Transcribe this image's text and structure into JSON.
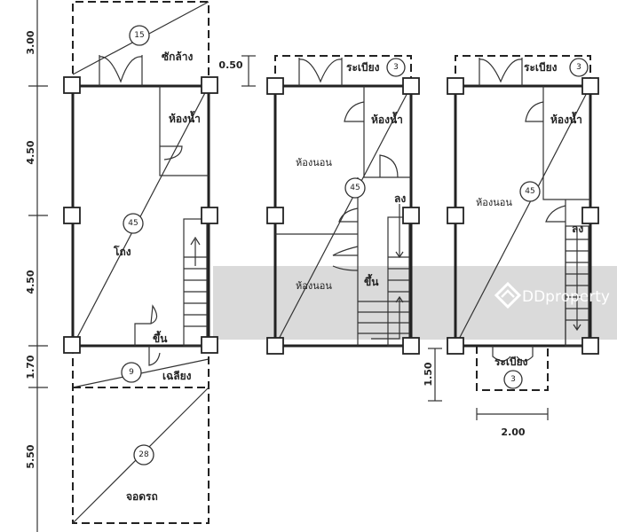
{
  "dimensions": {
    "left": [
      "3.00",
      "4.50",
      "4.50",
      "1.70",
      "5.50"
    ],
    "upper_balcony": "0.50",
    "rear_balcony_depth": "1.50",
    "rear_balcony_width": "2.00"
  },
  "ground_floor": {
    "laundry": "ซักล้าง",
    "laundry_area": "15",
    "bathroom": "ห้องน้ำ",
    "hall": "โถง",
    "hall_area": "45",
    "stairs_up": "ขึ้น",
    "porch": "เฉลียง",
    "porch_area": "9",
    "parking": "จอดรถ",
    "parking_area": "28"
  },
  "second_floor": {
    "balcony": "ระเบียง",
    "balcony_area": "3",
    "bathroom": "ห้องน้ำ",
    "bedroom_1": "ห้องนอน",
    "bedroom_2": "ห้องนอน",
    "floor_area": "45",
    "stairs_down": "ลง",
    "stairs_up": "ขึ้น"
  },
  "third_floor": {
    "balcony_front": "ระเบียง",
    "balcony_front_area": "3",
    "bathroom": "ห้องน้ำ",
    "bedroom": "ห้องนอน",
    "floor_area": "45",
    "stairs_down": "ลง",
    "balcony_rear": "ระเบียง",
    "balcony_rear_area": "3"
  },
  "watermark": "DDproperty"
}
